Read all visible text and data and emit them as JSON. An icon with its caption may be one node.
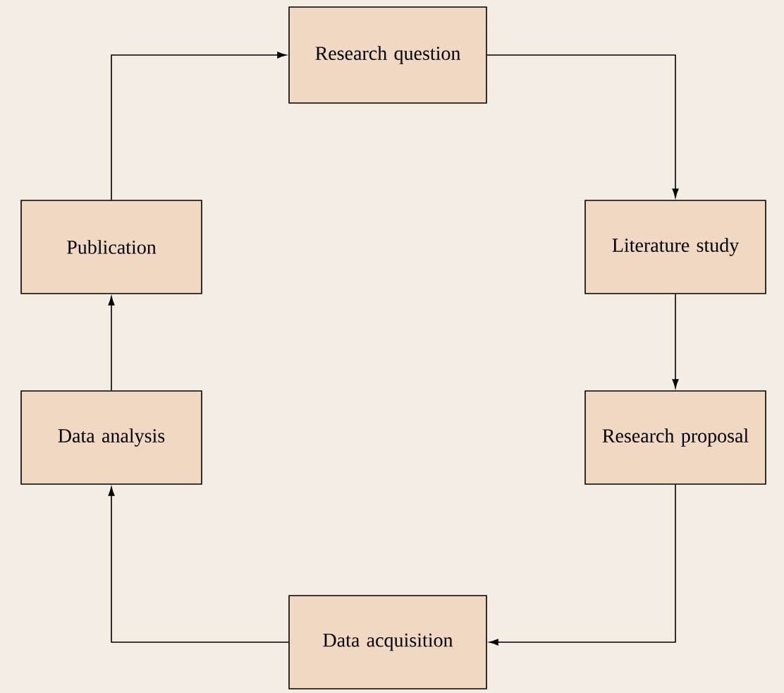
{
  "diagram": {
    "nodes": [
      {
        "text": [
          "Research question"
        ]
      },
      {
        "text": [
          "Literature study"
        ]
      },
      {
        "text": [
          "Research proposal"
        ]
      },
      {
        "text": [
          "Data acquisition"
        ]
      },
      {
        "text": [
          "Data analysis"
        ]
      },
      {
        "text": [
          "Publication"
        ]
      }
    ],
    "edges": [
      {
        "from": 0,
        "to": 1,
        "arrow": "to"
      },
      {
        "from": 1,
        "to": 2,
        "arrow": "to"
      },
      {
        "from": 2,
        "to": 3,
        "arrow": "to"
      },
      {
        "from": 3,
        "to": 4,
        "arrow": "to"
      },
      {
        "from": 4,
        "to": 5,
        "arrow": "to"
      },
      {
        "from": 5,
        "to": 0,
        "arrow": "to"
      }
    ]
  }
}
